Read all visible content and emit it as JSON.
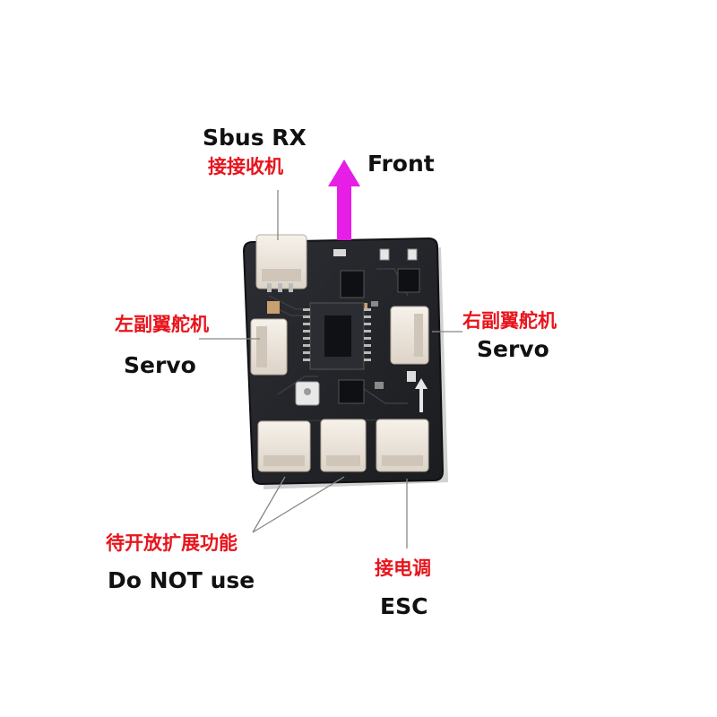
{
  "labels": {
    "sbus_en": "Sbus RX",
    "sbus_cn": "接接收机",
    "front": "Front",
    "left_cn": "左副翼舵机",
    "left_en": "Servo",
    "right_cn": "右副翼舵机",
    "right_en": "Servo",
    "expansion_cn": "待开放扩展功能",
    "expansion_en": "Do NOT use",
    "esc_cn": "接电调",
    "esc_en": "ESC"
  },
  "colors": {
    "label_red": "#e8141c",
    "label_black": "#111111",
    "front_arrow": "#e61ee6",
    "board": "#24262b",
    "connector": "#ece5dc"
  }
}
